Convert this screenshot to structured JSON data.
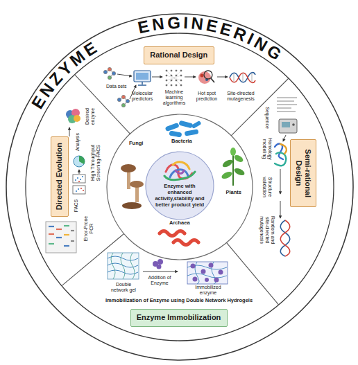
{
  "diagram": {
    "title": "ENZYME ENGINEERING",
    "nodes": [
      {
        "text": [
          "Rational Design"
        ]
      },
      {
        "text": [
          "Directed Evolution"
        ]
      },
      {
        "text": [
          "Enzyme with enhanced activity,stability and better product yield"
        ]
      },
      {
        "text": [
          "Semi-rational Design"
        ]
      },
      {
        "text": [
          "Enzyme Immobilization"
        ]
      }
    ],
    "labels": [
      "Data sets",
      "Molecular predictors",
      "Machine learning algorithms",
      "Hot spot prediction",
      "Site-directed mutagenesis",
      "Sequence",
      "Homology modeling",
      "Structure validation",
      "Random and site-directed mutagenesis",
      "Desired enzyme",
      "Analysis",
      "FACS",
      "High Throughput Screening-FACS",
      "Error-Prone PCR",
      "Bacteria",
      "Plants",
      "Fungi",
      "Archaea",
      "Double network gel",
      "Addition of Enzyme",
      "Immobilized enzyme",
      "Immobilization of Enzyme using Double Network Hydrogels"
    ]
  }
}
